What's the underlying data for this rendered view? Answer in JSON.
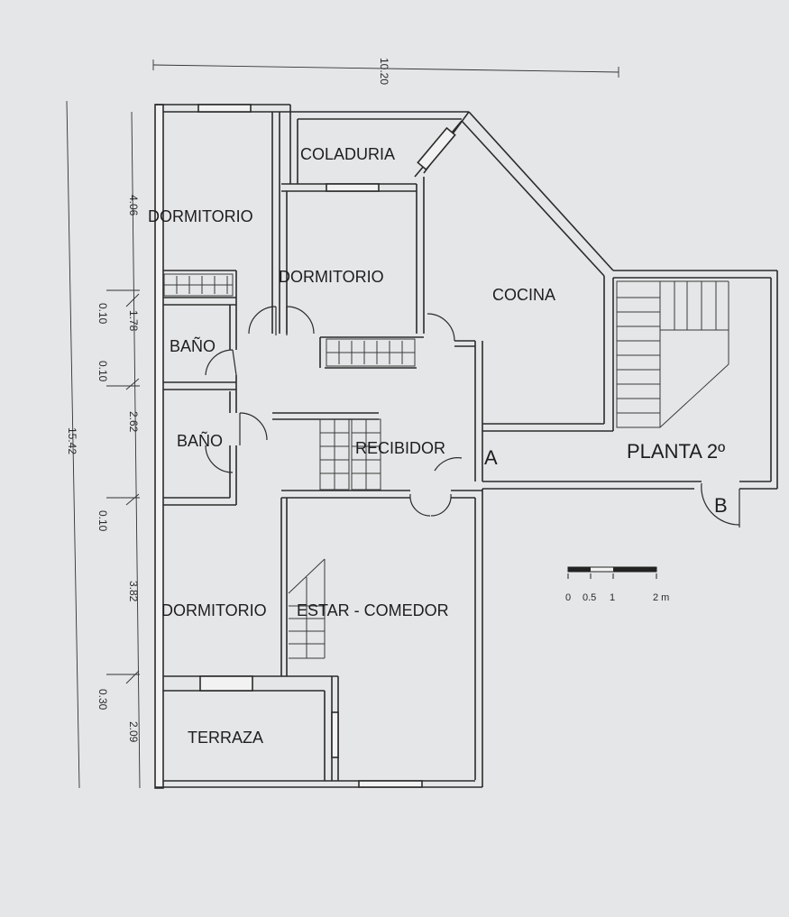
{
  "plan": {
    "rooms": {
      "coladuria": "COLADURIA",
      "dormitorio_1": "DORMITORIO",
      "dormitorio_2": "DORMITORIO",
      "dormitorio_3": "DORMITORIO",
      "bano_1": "BAÑO",
      "bano_2": "BAÑO",
      "cocina": "COCINA",
      "recibidor": "RECIBIDOR",
      "estar_comedor": "ESTAR - COMEDOR",
      "terraza": "TERRAZA"
    },
    "floor_label": "PLANTA 2º",
    "markers": {
      "a": "A",
      "b": "B"
    },
    "dimensions": {
      "overall_width": "10.20",
      "overall_height": "15.42",
      "segments": [
        "4.06",
        "0.10",
        "1.78",
        "0.10",
        "2.62",
        "0.10",
        "3.82",
        "0.30",
        "2.09"
      ]
    },
    "scale_bar": {
      "ticks": [
        "0",
        "0.5",
        "1",
        "2 m"
      ]
    }
  }
}
